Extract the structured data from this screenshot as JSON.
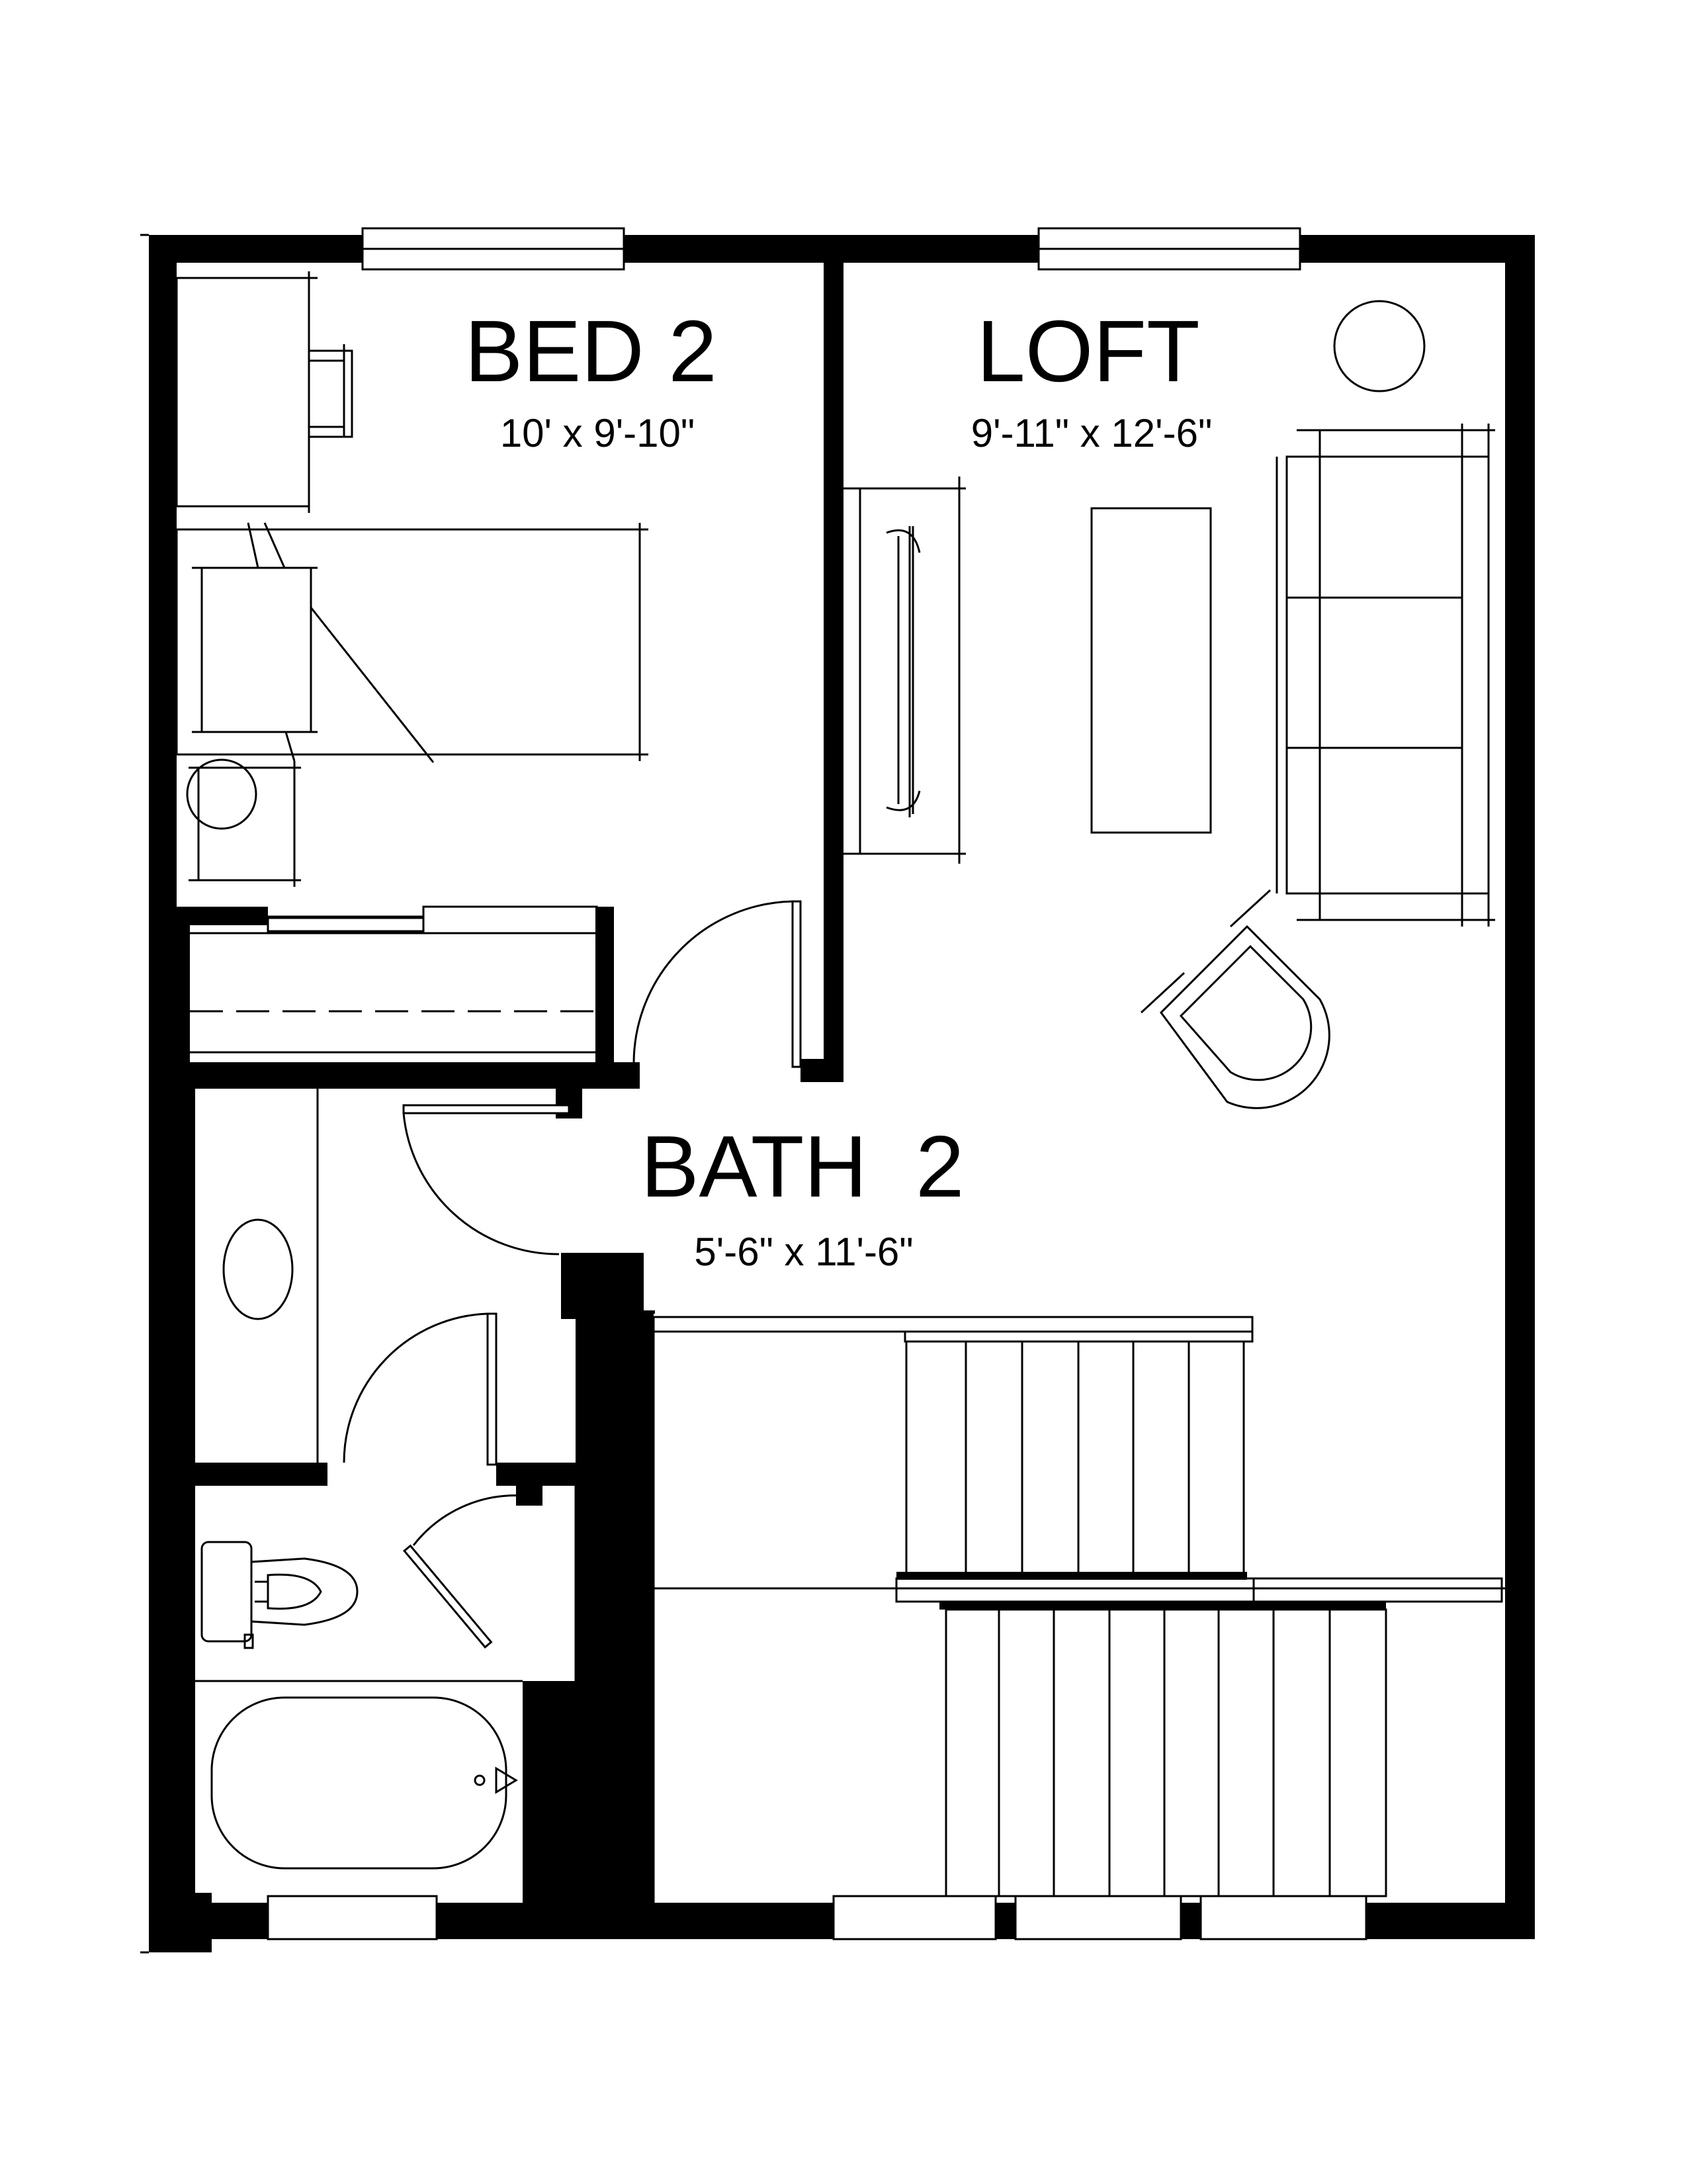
{
  "rooms": {
    "bed2": {
      "name": "BED 2",
      "dimensions": "10' x 9'-10\""
    },
    "loft": {
      "name": "LOFT",
      "dimensions": "9'-11\" x 12'-6\""
    },
    "bath2": {
      "name": "BATH  2",
      "dimensions": "5'-6\" x 11'-6\""
    }
  },
  "colors": {
    "wall": "#000000",
    "background": "#ffffff",
    "line": "#000000"
  }
}
